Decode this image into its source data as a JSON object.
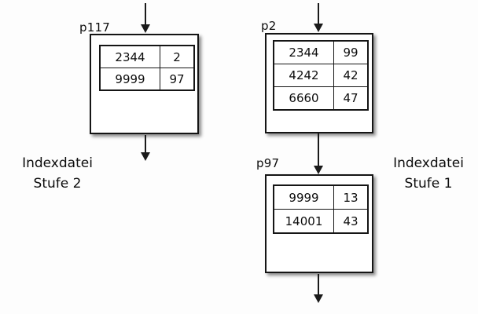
{
  "diagram": {
    "background_color": "#fdfdfd",
    "stroke_color": "#151515",
    "nodes": {
      "p117": {
        "label": "p117",
        "rows": [
          {
            "key": "2344",
            "val": "2"
          },
          {
            "key": "9999",
            "val": "97"
          }
        ]
      },
      "p2": {
        "label": "p2",
        "rows": [
          {
            "key": "2344",
            "val": "99"
          },
          {
            "key": "4242",
            "val": "42"
          },
          {
            "key": "6660",
            "val": "47"
          }
        ]
      },
      "p97": {
        "label": "p97",
        "rows": [
          {
            "key": "9999",
            "val": "13"
          },
          {
            "key": "14001",
            "val": "43"
          }
        ]
      }
    },
    "captions": {
      "left": {
        "line1": "Indexdatei",
        "line2": "Stufe 2"
      },
      "right": {
        "line1": "Indexdatei",
        "line2": "Stufe 1"
      }
    }
  }
}
